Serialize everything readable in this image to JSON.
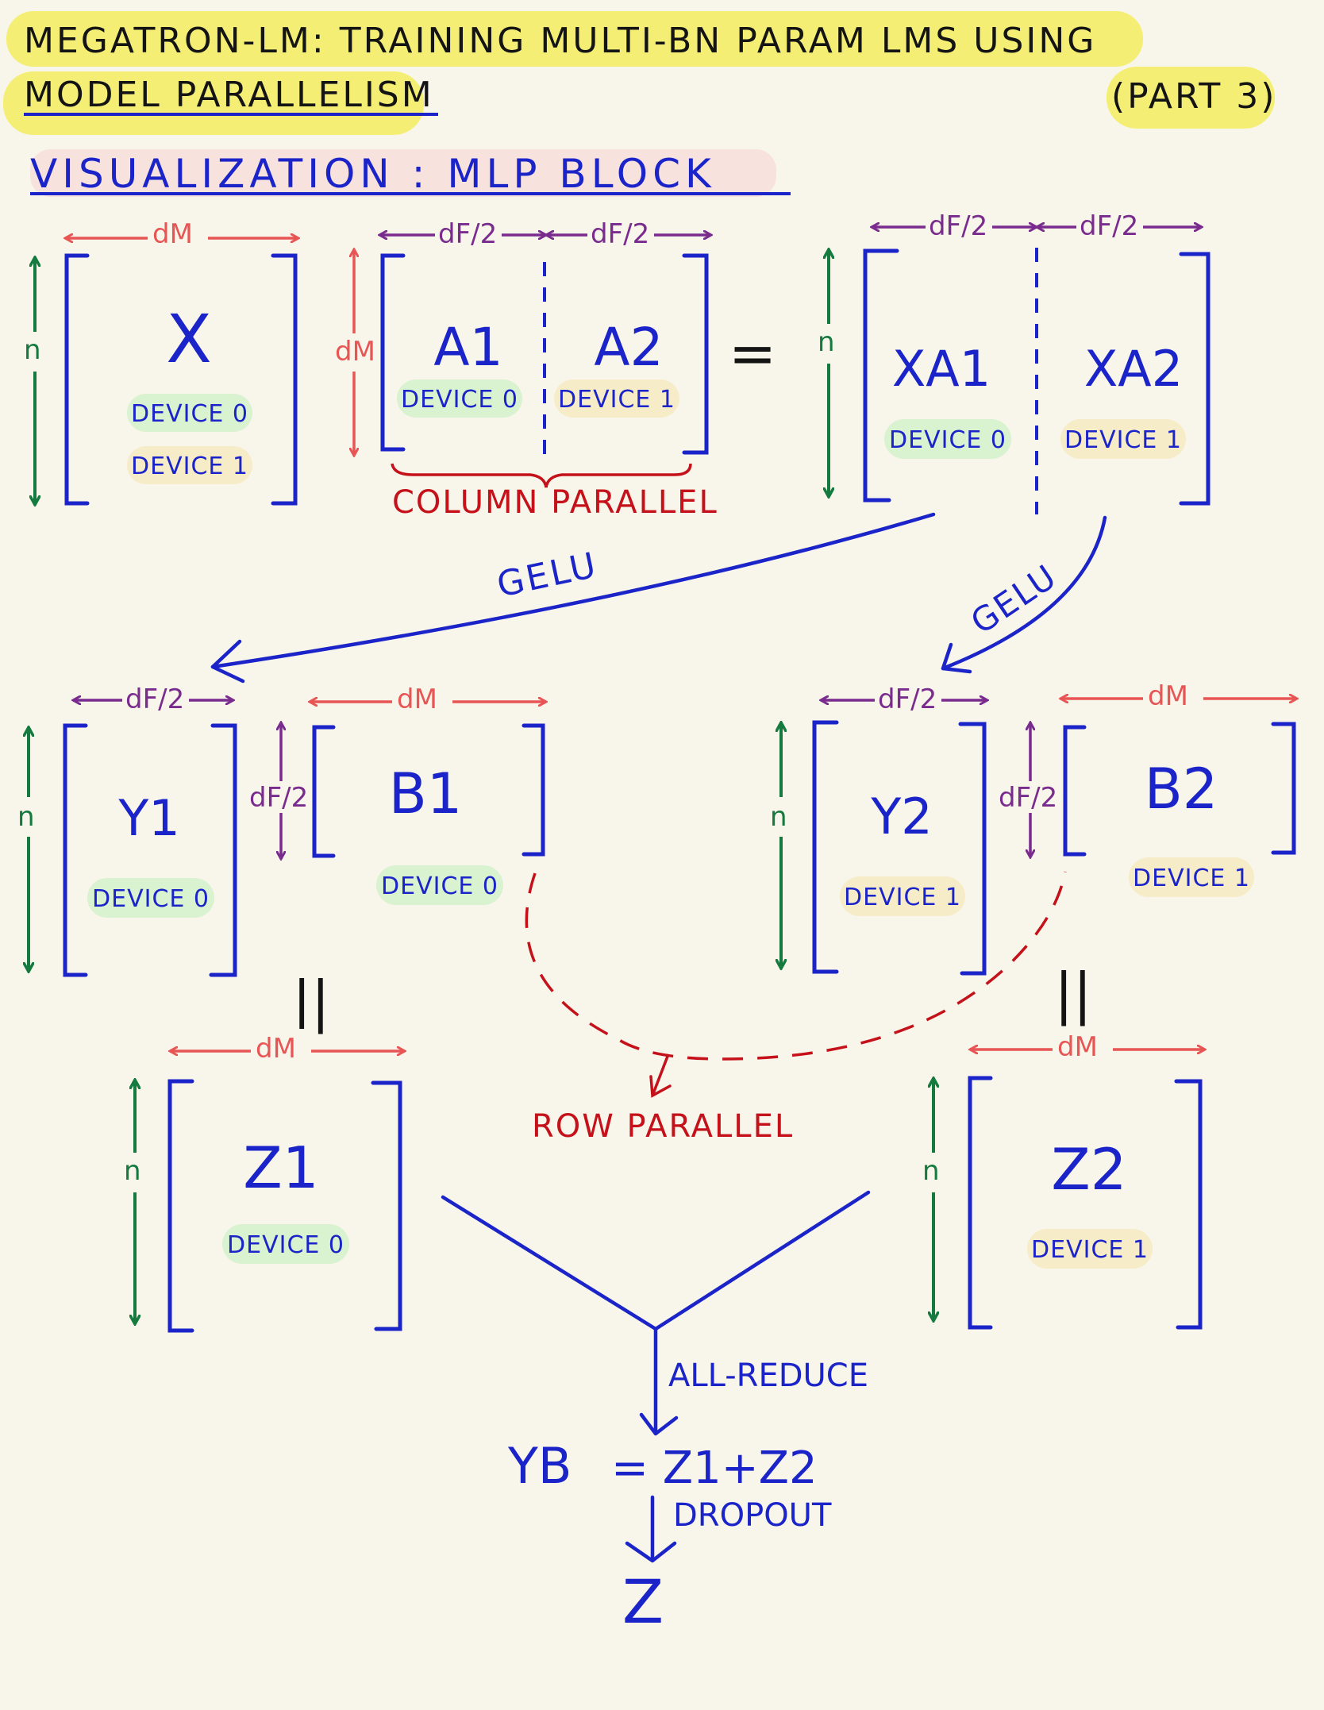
{
  "title": {
    "line1": "MEGATRON-LM: TRAINING MULTI-BN PARAM LMS USING",
    "line2": "MODEL PARALLELISM",
    "part": "(PART 3)"
  },
  "section_title": "VISUALIZATION : MLP BLOCK",
  "dims": {
    "n": "n",
    "dm": "dM",
    "df2": "dF/2"
  },
  "devices": {
    "d0": "DEVICE 0",
    "d1": "DEVICE 1"
  },
  "matrices": {
    "x": "X",
    "a1": "A1",
    "a2": "A2",
    "xa1": "XA1",
    "xa2": "XA2",
    "y1": "Y1",
    "y2": "Y2",
    "b1": "B1",
    "b2": "B2",
    "z1": "Z1",
    "z2": "Z2"
  },
  "symbols": {
    "equals": "=",
    "parallel": "||"
  },
  "labels": {
    "column_parallel": "COLUMN PARALLEL",
    "row_parallel": "ROW PARALLEL",
    "gelu": "GELU",
    "all_reduce": "ALL-REDUCE",
    "dropout": "DROPOUT"
  },
  "equation": {
    "lhs": "YB",
    "rhs": "= Z1+Z2",
    "result": "Z"
  },
  "colors": {
    "blue": "#1b24c8",
    "red": "#e85555",
    "green": "#157a3e",
    "purple": "#7a2b8e",
    "dark_red": "#c4111a",
    "highlight_yellow": "#f4ef74",
    "pill_green": "#d9f2cf",
    "pill_yellow": "#f6ecc8"
  }
}
